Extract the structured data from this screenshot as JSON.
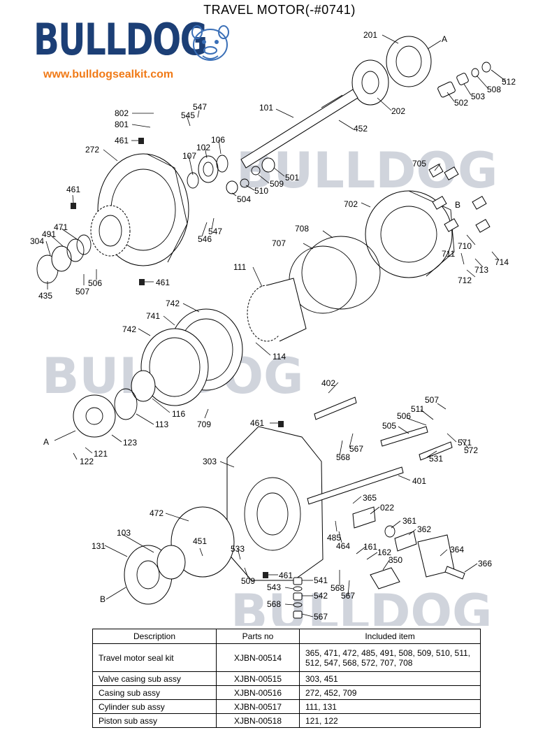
{
  "header": {
    "title": "TRAVEL MOTOR(-#0741)",
    "brand": "BULLDOG",
    "website": "www.bulldogsealkit.com"
  },
  "watermark": {
    "text": "BULLDOG"
  },
  "diagram": {
    "callouts": [
      {
        "id": "201",
        "text": "201"
      },
      {
        "id": "A1",
        "text": "A"
      },
      {
        "id": "512",
        "text": "512"
      },
      {
        "id": "508",
        "text": "508"
      },
      {
        "id": "503",
        "text": "503"
      },
      {
        "id": "502",
        "text": "502"
      },
      {
        "id": "202",
        "text": "202"
      },
      {
        "id": "101",
        "text": "101"
      },
      {
        "id": "452",
        "text": "452"
      },
      {
        "id": "802",
        "text": "802"
      },
      {
        "id": "801",
        "text": "801"
      },
      {
        "id": "545",
        "text": "545"
      },
      {
        "id": "547a",
        "text": "547"
      },
      {
        "id": "461a",
        "text": "461"
      },
      {
        "id": "272",
        "text": "272"
      },
      {
        "id": "107",
        "text": "107"
      },
      {
        "id": "102",
        "text": "102"
      },
      {
        "id": "106",
        "text": "106"
      },
      {
        "id": "705",
        "text": "705"
      },
      {
        "id": "501",
        "text": "501"
      },
      {
        "id": "509a",
        "text": "509"
      },
      {
        "id": "510",
        "text": "510"
      },
      {
        "id": "504",
        "text": "504"
      },
      {
        "id": "461b",
        "text": "461"
      },
      {
        "id": "702",
        "text": "702"
      },
      {
        "id": "B1",
        "text": "B"
      },
      {
        "id": "471",
        "text": "471"
      },
      {
        "id": "491",
        "text": "491"
      },
      {
        "id": "304",
        "text": "304"
      },
      {
        "id": "547b",
        "text": "547"
      },
      {
        "id": "546",
        "text": "546"
      },
      {
        "id": "708",
        "text": "708"
      },
      {
        "id": "707",
        "text": "707"
      },
      {
        "id": "710",
        "text": "710"
      },
      {
        "id": "711",
        "text": "711"
      },
      {
        "id": "713",
        "text": "713"
      },
      {
        "id": "714",
        "text": "714"
      },
      {
        "id": "712",
        "text": "712"
      },
      {
        "id": "111",
        "text": "111"
      },
      {
        "id": "435",
        "text": "435"
      },
      {
        "id": "507a",
        "text": "507"
      },
      {
        "id": "506a",
        "text": "506"
      },
      {
        "id": "461c",
        "text": "461"
      },
      {
        "id": "742a",
        "text": "742"
      },
      {
        "id": "741",
        "text": "741"
      },
      {
        "id": "742b",
        "text": "742"
      },
      {
        "id": "114",
        "text": "114"
      },
      {
        "id": "402",
        "text": "402"
      },
      {
        "id": "116",
        "text": "116"
      },
      {
        "id": "113",
        "text": "113"
      },
      {
        "id": "709",
        "text": "709"
      },
      {
        "id": "A2",
        "text": "A"
      },
      {
        "id": "123",
        "text": "123"
      },
      {
        "id": "121",
        "text": "121"
      },
      {
        "id": "122",
        "text": "122"
      },
      {
        "id": "461d",
        "text": "461"
      },
      {
        "id": "507b",
        "text": "507"
      },
      {
        "id": "511",
        "text": "511"
      },
      {
        "id": "506b",
        "text": "506"
      },
      {
        "id": "505",
        "text": "505"
      },
      {
        "id": "571",
        "text": "571"
      },
      {
        "id": "567a",
        "text": "567"
      },
      {
        "id": "568a",
        "text": "568"
      },
      {
        "id": "572",
        "text": "572"
      },
      {
        "id": "531",
        "text": "531"
      },
      {
        "id": "303",
        "text": "303"
      },
      {
        "id": "401",
        "text": "401"
      },
      {
        "id": "365",
        "text": "365"
      },
      {
        "id": "022",
        "text": "022"
      },
      {
        "id": "472",
        "text": "472"
      },
      {
        "id": "361",
        "text": "361"
      },
      {
        "id": "362",
        "text": "362"
      },
      {
        "id": "103",
        "text": "103"
      },
      {
        "id": "485",
        "text": "485"
      },
      {
        "id": "464",
        "text": "464"
      },
      {
        "id": "451",
        "text": "451"
      },
      {
        "id": "131",
        "text": "131"
      },
      {
        "id": "161",
        "text": "161"
      },
      {
        "id": "162",
        "text": "162"
      },
      {
        "id": "364",
        "text": "364"
      },
      {
        "id": "533",
        "text": "533"
      },
      {
        "id": "350",
        "text": "350"
      },
      {
        "id": "366",
        "text": "366"
      },
      {
        "id": "509b",
        "text": "509"
      },
      {
        "id": "461e",
        "text": "461"
      },
      {
        "id": "541",
        "text": "541"
      },
      {
        "id": "568b",
        "text": "568"
      },
      {
        "id": "567b",
        "text": "567"
      },
      {
        "id": "543",
        "text": "543"
      },
      {
        "id": "542",
        "text": "542"
      },
      {
        "id": "568c",
        "text": "568"
      },
      {
        "id": "567c",
        "text": "567"
      },
      {
        "id": "B2",
        "text": "B"
      }
    ]
  },
  "table": {
    "headers": {
      "description": "Description",
      "parts_no": "Parts no",
      "included": "Included item"
    },
    "rows": [
      {
        "description": "Travel motor seal kit",
        "parts_no": "XJBN-00514",
        "included": "365, 471, 472, 485, 491, 508, 509, 510, 511, 512, 547, 568, 572, 707, 708"
      },
      {
        "description": "Valve casing sub assy",
        "parts_no": "XJBN-00515",
        "included": "303, 451"
      },
      {
        "description": "Casing sub assy",
        "parts_no": "XJBN-00516",
        "included": "272, 452, 709"
      },
      {
        "description": "Cylinder sub assy",
        "parts_no": "XJBN-00517",
        "included": "111, 131"
      },
      {
        "description": "Piston sub assy",
        "parts_no": "XJBN-00518",
        "included": "121, 122"
      }
    ]
  }
}
